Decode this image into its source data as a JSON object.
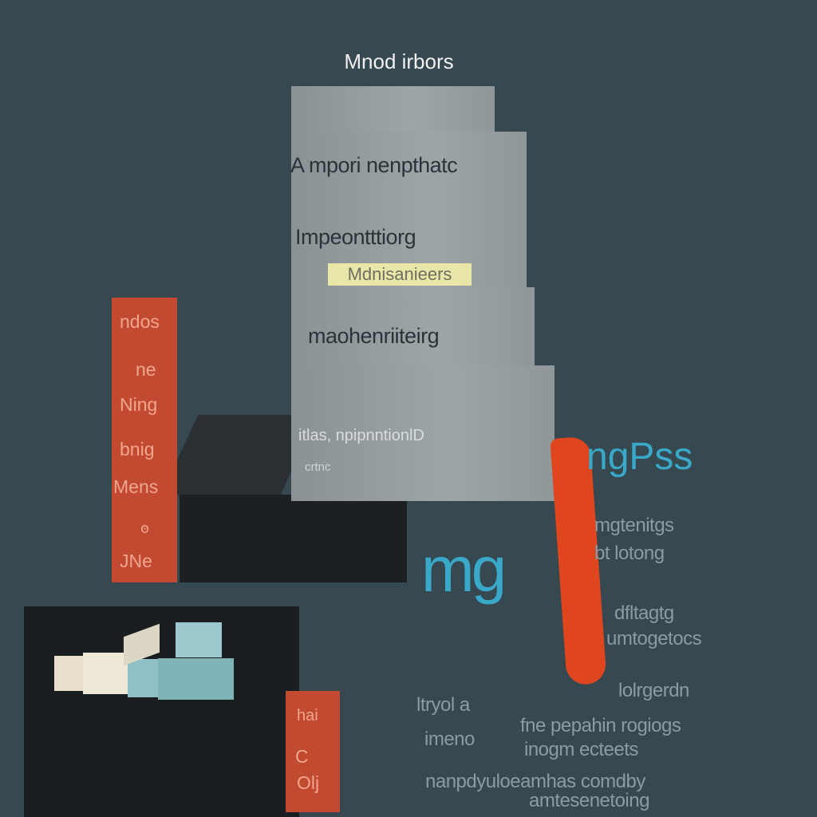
{
  "title": "Mnod irbors",
  "paper": {
    "line1": "A mpori nenpthatc",
    "line2": "Impeontttiorg",
    "highlight": "Mdnisanieers",
    "line3": "maohenriiteirg",
    "line4": "itlas, npipnntionlD",
    "line5": "crtnc"
  },
  "left_bar": {
    "items": [
      "ndos",
      "ne",
      "Ning",
      "bnig",
      "Mens",
      "ꙩ",
      "JNe"
    ]
  },
  "right_panel": {
    "heading": "ngPss",
    "lines": [
      "mgtenitgs",
      "bt lotong",
      "dfltagtg",
      "umtogetocs",
      "lolrgerdn"
    ]
  },
  "big_blue": "mg",
  "bottom": {
    "left1": "ltryol a",
    "left2": "imeno",
    "right1": "fne pepahin rogiogs",
    "right2": "inogm ecteets",
    "line3": "nanpdyuloeamhas comdby",
    "line4": "amtesenetoing"
  },
  "small_red": {
    "items": [
      "hai",
      "C",
      "Olj"
    ]
  },
  "colors": {
    "background": "#364850",
    "accent_red": "#c24a30",
    "orange": "#e0461e",
    "blue": "#3aa8c8",
    "highlight": "#e8e6a8"
  }
}
